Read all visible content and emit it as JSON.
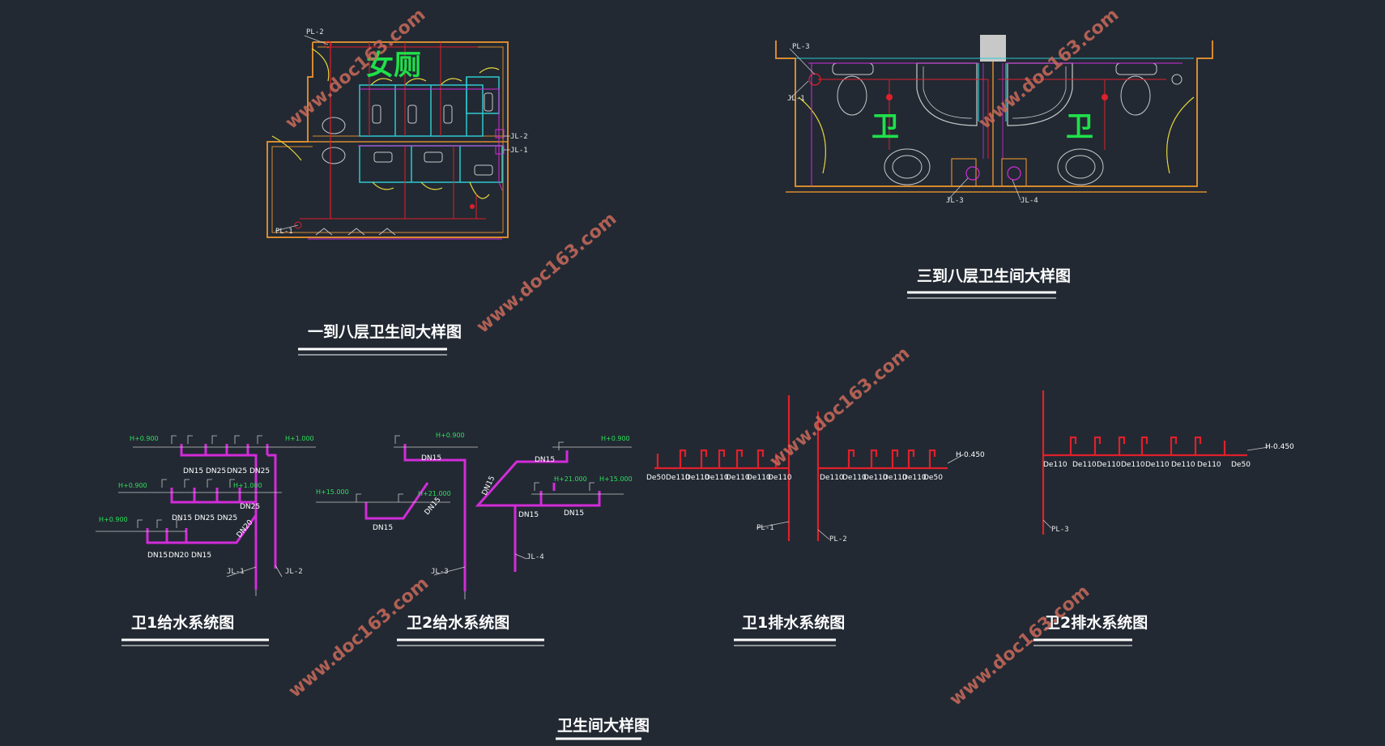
{
  "colors": {
    "background": "#222933",
    "wall": "#d88a2e",
    "fixture": "#c8c8c8",
    "cyan": "#2ec8d0",
    "pink": "#d22cd8",
    "drain": "#e0202a",
    "pipe_label": "#2ee05a",
    "watermark": "#c96a5a"
  },
  "titles": {
    "plan1": "一到八层卫生间大样图",
    "plan2": "三到八层卫生间大样图",
    "supply1": "卫1给水系统图",
    "supply2": "卫2给水系统图",
    "drain1": "卫1排水系统图",
    "drain2": "卫2排水系统图",
    "main": "卫生间大样图"
  },
  "plan1": {
    "room_name": "女厕",
    "pipe_tags": [
      "PL-2",
      "JL-2",
      "JL-1",
      "PL-1"
    ]
  },
  "plan2": {
    "room_left": "卫",
    "room_right": "卫",
    "pipe_tags": [
      "PL-3",
      "JL-1",
      "JL-3",
      "JL-4"
    ]
  },
  "supply1": {
    "elevations": [
      "H+0.900",
      "H+1.000",
      "H+0.900",
      "H+1.000",
      "H+0.900"
    ],
    "sizes_top": [
      "DN15",
      "DN25",
      "DN25",
      "DN25"
    ],
    "sizes_mid": [
      "DN15",
      "DN25",
      "DN25",
      "DN25"
    ],
    "sizes_bot": [
      "DN15",
      "DN20",
      "DN15"
    ],
    "diag": "DN20",
    "risers": [
      "JL-1",
      "JL-2"
    ]
  },
  "supply2": {
    "elevations_left": [
      "H+0.900",
      "H+15.000",
      "H+21.000"
    ],
    "elevations_right": [
      "H+0.900",
      "H+21.000",
      "H+15.000"
    ],
    "sizes_left": [
      "DN15",
      "DN15",
      "DN15"
    ],
    "sizes_right": [
      "DN15",
      "DN15",
      "DN15",
      "DN15"
    ],
    "risers": [
      "JL-3",
      "JL-4"
    ]
  },
  "drain1": {
    "left_sizes": [
      "De50",
      "De110",
      "De110",
      "De110",
      "De110",
      "De110",
      "De110"
    ],
    "right_sizes": [
      "De110",
      "De110",
      "De110",
      "De110",
      "De110",
      "De50"
    ],
    "elevation": "H-0.450",
    "risers": [
      "PL-1",
      "PL-2"
    ]
  },
  "drain2": {
    "sizes": [
      "De110",
      "De110",
      "De110",
      "De110",
      "De110",
      "De110",
      "De110",
      "De50"
    ],
    "elevation": "H-0.450",
    "riser": "PL-3"
  },
  "watermark_text": "www.doc163.com"
}
